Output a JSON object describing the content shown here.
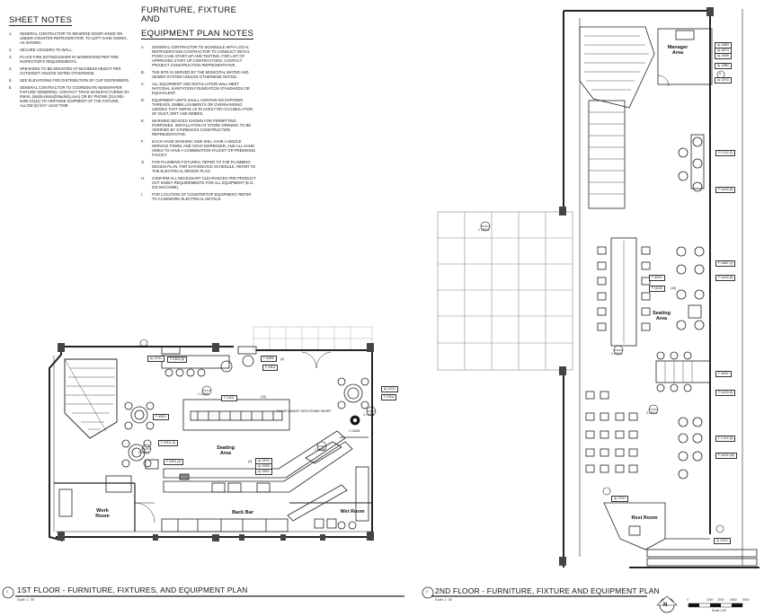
{
  "sheet_notes": {
    "heading": "SHEET NOTES",
    "items": [
      {
        "num": "1.",
        "text": "GENERAL CONTRACTOR TO REVERSE DOOR HINGE ON UNDER COUNTER REFRIGERATOR, TO LEFT HAND SWING, AS SHOWN."
      },
      {
        "num": "2.",
        "text": "SECURE LOCKERS TO WALL."
      },
      {
        "num": "3.",
        "text": "PLACE FIRE EXTINGUISHER IN WORKROOM PER FIRE INSPECTOR'S REQUIREMENTS."
      },
      {
        "num": "4.",
        "text": "SPEAKERS TO BE MOUNTED AT MAXIMUM HEIGHT PER CUTSHEET UNLESS NOTED OTHERWISE."
      },
      {
        "num": "5.",
        "text": "SEE ELEVATIONS FOR DISTRIBUTION OF CUP DISPENSERS."
      },
      {
        "num": "6.",
        "text": "GENERAL CONTRACTOR TO COORDINATE NEWSPAPER FIXTURE ORDERING. CONTACT TRIAD MANUFACTURING BY EMAIL (starbucksso@triadmfg.com) OR BY PHONE (314-381-5280 X1111) TO ARRANGE SHIPMENT OF THE FIXTURE. ALLOW (6) DAY LEAD TIME."
      }
    ]
  },
  "ffe_notes": {
    "heading_line1": "FURNITURE, FIXTURE AND",
    "heading_line2": "EQUIPMENT PLAN NOTES",
    "items": [
      {
        "num": "A.",
        "text": "GENERAL CONTRACTOR TO SCHEDULE WITH LOCAL REFRIGERATION CONTRACTOR TO CONDUCT INITIAL FOOD CASE START-UP AND TESTING. FOR LIST OF APPROVED START UP CONTRACTORS, CONTACT PROJECT CONSTRUCTION REPRESENTATIVE."
      },
      {
        "num": "B.",
        "text": "THE SITE IS SERVED BY THE MUNICIPAL WATER AND SEWER SYSTEM UNLESS OTHERWISE NOTED."
      },
      {
        "num": "C.",
        "text": "ALL EQUIPMENT AND INSTALLATION WILL MEET NATIONAL SANITATION FOUNDATION STANDARDS OR EQUIVALENT."
      },
      {
        "num": "D.",
        "text": "EQUIPMENT UNITS SHALL CONTAIN NO EXPOSED THREADS, EMBELLISHMENTS OR OVERHANGING LEDGES THAT SERVE AS PLACES FOR ACCUMULATION OF DUST, DIRT AND DEBRIS."
      },
      {
        "num": "E.",
        "text": "WARNING DEVICES SHOWN FOR PERMITTING PURPOSES. INSTALLATION AT STORE OPENING TO BE VERIFIED BY STARBUCKS CONSTRUCTION REPRESENTATIVE."
      },
      {
        "num": "F.",
        "text": "EACH HAND WASHING SINK WILL HAVE A SINGLE SERVICE TOWEL AND SOAP DISPENSER, AND ALL HAND SINKS TO HAVE A COMBINATION FAUCET OR PREMIXING FAUCET."
      },
      {
        "num": "G.",
        "text": "FOR PLUMBING FIXTURES, REFER TO THE PLUMBING DESIGN PLAN. FOR DATA/DEVICE SCHEDULE, REFER TO THE ELECTRICAL DESIGN PLAN."
      },
      {
        "num": "H.",
        "text": "CONFIRM ALL NECESSARY CLEARANCES PER PRODUCT CUT SHEET REQUIREMENTS FOR ALL EQUIPMENT (E.G. ICE MACHINE)."
      },
      {
        "num": "I.",
        "text": "FOR LOCATION OF COUNTERTOP EQUIPMENT, REFER TO CASEWORK ELECTRICAL DETAILS."
      }
    ]
  },
  "floor1": {
    "rooms": {
      "seating": "Seating Area",
      "back_bar": "Back Bar",
      "work_room": "Work Room",
      "wet_room": "Wet Room"
    },
    "note": "FLOOR BASKET WITH STAND SHORT",
    "tags": [
      "A) 12741",
      "F 10911 (6)",
      "F 40559",
      "(2)",
      "F 10911",
      "F 10221",
      "(10)",
      "F 40924",
      "F 10911 (3)",
      "A) 12741",
      "F 10911",
      "F 10911 (4)",
      "A) 10074",
      "A) 10029",
      "A) 10001",
      "(2)"
    ],
    "detail_refs": [
      "1 I-5004",
      "1 I-5003",
      "3 I-5004",
      "1 I-5003",
      "1 I-5001",
      "1 I-5004"
    ]
  },
  "floor2": {
    "rooms": {
      "manager": "Manager Area",
      "seating": "Seating Area",
      "rest": "Rest Room"
    },
    "tags": [
      "A) 12863",
      "A) 10074",
      "A) 10055",
      "A) 12880",
      "A) 12741",
      "F 17412 (2)",
      "F 16133 (8)",
      "F 14887 (2)",
      "F 16133 (8)",
      "F 40203",
      "F 16133",
      "(15)",
      "F 40202",
      "F 16133 (8)",
      "F 17412 (8)",
      "F 16132 (15)",
      "A) 12741",
      "A) 12741"
    ],
    "detail_refs": [
      "1 I-5004",
      "1 I-5004",
      "2 I-5004",
      "5"
    ]
  },
  "titles": {
    "t1_num": "1",
    "t1": "1ST FLOOR - FURNITURE, FIXTURES, AND EQUIPMENT PLAN",
    "t1_scale": "Scale: 1 : 50",
    "t2_num": "2",
    "t2": "2ND FLOOR - FURNITURE, FIXTURE AND EQUIPMENT PLAN",
    "t2_scale": "Scale: 1 : 50"
  },
  "scale_bar": {
    "north": "N",
    "labels": [
      "0",
      "1000",
      "2000",
      "3000",
      "5000"
    ],
    "unit": "Scale 1:50"
  }
}
